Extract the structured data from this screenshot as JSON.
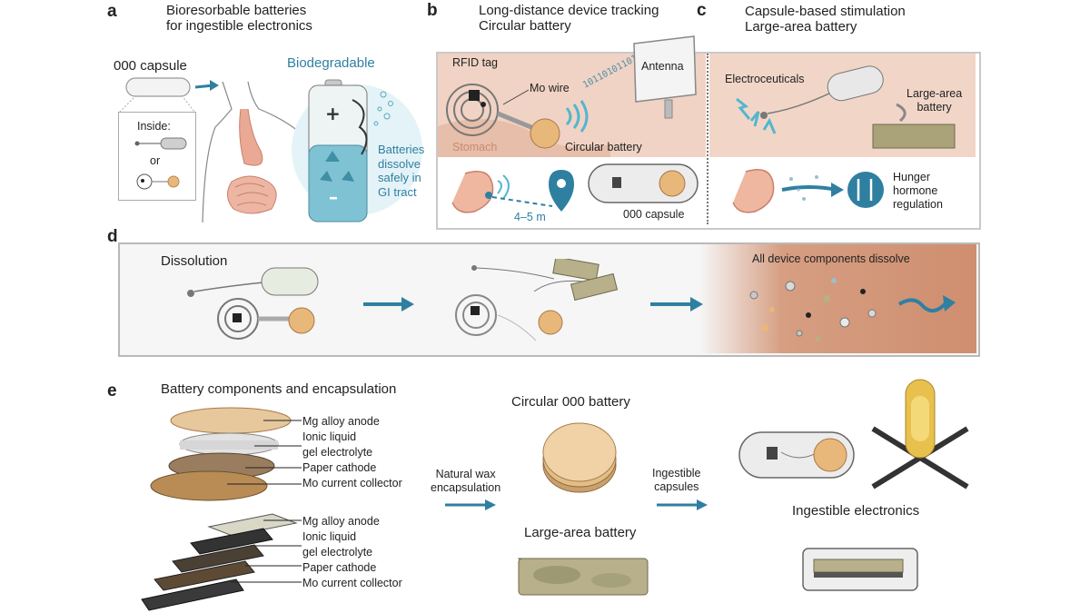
{
  "panel_a": {
    "letter": "a",
    "title_1": "Bioresorbable batteries",
    "title_2": "for ingestible electronics",
    "capsule_label": "000 capsule",
    "inside_label": "Inside:",
    "or_label": "or",
    "biodegradable_label": "Biodegradable",
    "dissolve_text_1": "Batteries",
    "dissolve_text_2": "dissolve",
    "dissolve_text_3": "safely in",
    "dissolve_text_4": "GI tract",
    "colors": {
      "accent_blue": "#2f7fa1",
      "battery_teal": "#7fc2d3"
    }
  },
  "panel_b": {
    "letter": "b",
    "title_1": "Long-distance device tracking",
    "title_2": "Circular battery",
    "rfid_label": "RFID tag",
    "mo_wire_label": "Mo wire",
    "antenna_label": "Antenna",
    "binary_text": "10110101101",
    "stomach_label": "Stomach",
    "circular_battery_label": "Circular battery",
    "distance_label": "4–5 m",
    "capsule_label": "000 capsule"
  },
  "panel_c": {
    "letter": "c",
    "title_1": "Capsule-based stimulation",
    "title_2": "Large-area battery",
    "electroceuticals_label": "Electroceuticals",
    "large_area_label_1": "Large-area",
    "large_area_label_2": "battery",
    "hunger_1": "Hunger",
    "hunger_2": "hormone",
    "hunger_3": "regulation"
  },
  "panel_d": {
    "letter": "d",
    "dissolution_label": "Dissolution",
    "dissolve_label": "All device components dissolve"
  },
  "panel_e": {
    "letter": "e",
    "title": "Battery components and encapsulation",
    "circ_layers": [
      "Mg alloy anode",
      "Ionic liquid",
      "gel electrolyte",
      "Paper cathode",
      "Mo current collector"
    ],
    "rect_layers": [
      "Mg alloy anode",
      "Ionic liquid",
      "gel electrolyte",
      "Paper cathode",
      "Mo current collector"
    ],
    "wax_1": "Natural wax",
    "wax_2": "encapsulation",
    "circular_battery_label": "Circular 000 battery",
    "large_area_label": "Large-area battery",
    "ingestible_1": "Ingestible",
    "ingestible_2": "capsules",
    "ingestible_electronics_label": "Ingestible electronics"
  }
}
